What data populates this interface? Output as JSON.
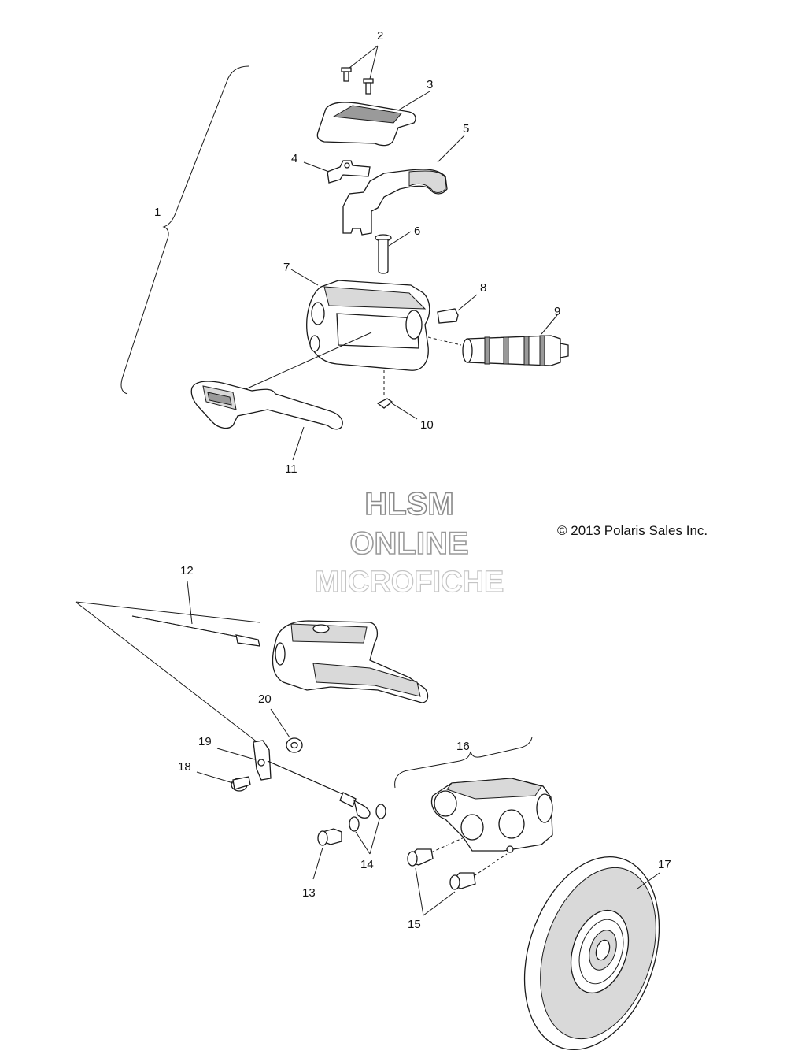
{
  "callouts": {
    "c1": "1",
    "c2": "2",
    "c3": "3",
    "c4": "4",
    "c5": "5",
    "c6": "6",
    "c7": "7",
    "c8": "8",
    "c9": "9",
    "c10": "10",
    "c11": "11",
    "c12": "12",
    "c13": "13",
    "c14": "14",
    "c15": "15",
    "c16": "16",
    "c17": "17",
    "c18": "18",
    "c19": "19",
    "c20": "20"
  },
  "watermark": {
    "line1": "HLSM",
    "line2": "ONLINE",
    "line3": "MICROFICHE"
  },
  "copyright": "© 2013 Polaris Sales Inc."
}
